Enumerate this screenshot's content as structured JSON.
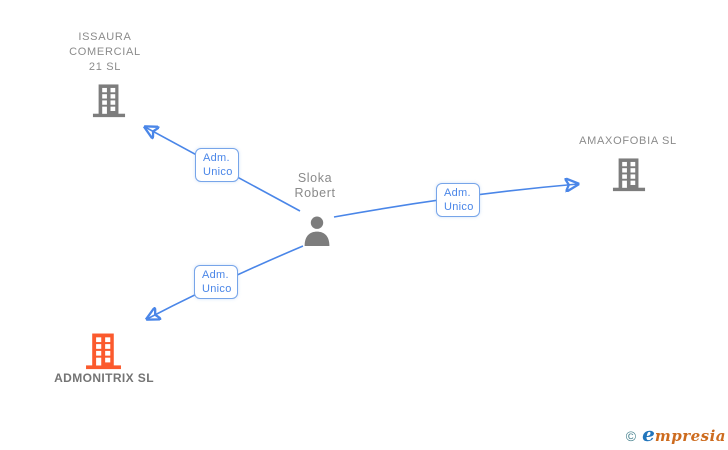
{
  "person": {
    "name": "Sloka\nRobert",
    "role_in_edges": "Adm. Unico"
  },
  "companies": [
    {
      "name": "ISSAURA\nCOMERCIAL\n21 SL",
      "icon": "building-icon",
      "icon_color": "#7d7d7d"
    },
    {
      "name": "AMAXOFOBIA SL",
      "icon": "building-icon",
      "icon_color": "#7d7d7d"
    },
    {
      "name": "ADMONITRIX SL",
      "icon": "building-icon",
      "icon_color": "#fb5a2d"
    }
  ],
  "edges": [
    {
      "from": "Sloka Robert",
      "to": "ISSAURA COMERCIAL 21 SL",
      "label": "Adm.\nUnico"
    },
    {
      "from": "Sloka Robert",
      "to": "AMAXOFOBIA SL",
      "label": "Adm.\nUnico"
    },
    {
      "from": "Sloka Robert",
      "to": "ADMONITRIX SL",
      "label": "Adm.\nUnico"
    }
  ],
  "watermark": {
    "copyright": "©",
    "brand_initial": "e",
    "brand_rest": "mpresia"
  },
  "colors": {
    "edge_blue": "#4a86e8",
    "edge_label_border": "#77a5e9",
    "edge_label_text": "#4a86e8",
    "node_gray": "#7d7d7d",
    "subject_orange": "#fb5a2d",
    "company_text_gray": "#8b8b8b",
    "brand_blue": "#2175bc",
    "brand_orange": "#cd6b1e",
    "copyright_teal": "#45818e"
  }
}
